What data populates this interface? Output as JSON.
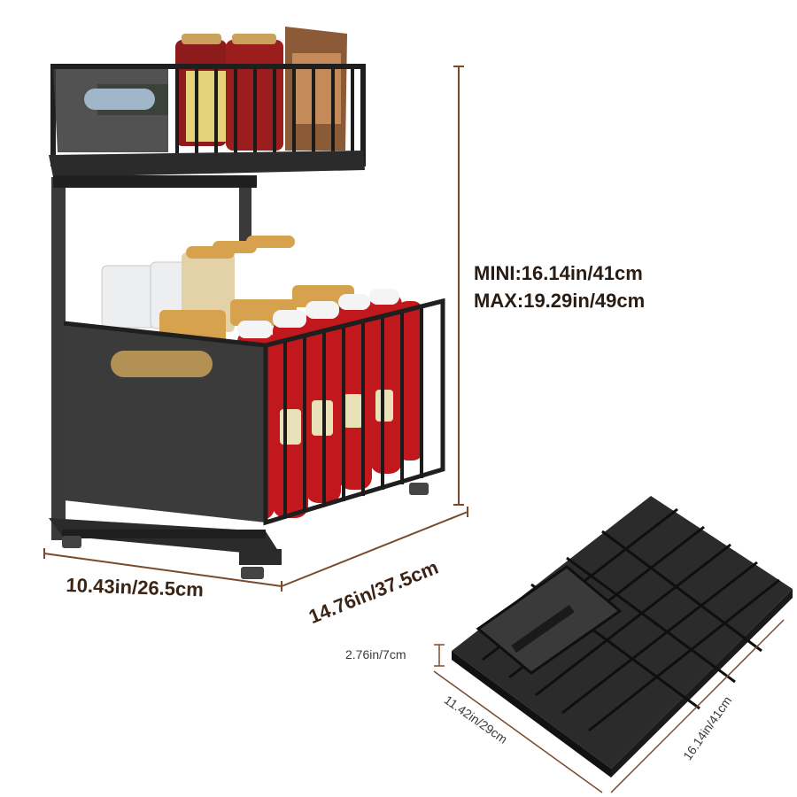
{
  "dimensions": {
    "height_mini": "MINI:16.14in/41cm",
    "height_max": "MAX:19.29in/49cm",
    "width": "10.43in/26.5cm",
    "depth": "14.76in/37.5cm",
    "folded_height": "2.76in/7cm",
    "folded_width": "11.42in/29cm",
    "folded_length": "16.14in/41cm"
  },
  "colors": {
    "dimension_line": "#7a4a2c",
    "dimension_text": "#3b2414",
    "rack_metal": "#2b2b2b",
    "ketchup": "#c0181c",
    "cork": "#d7a24e"
  },
  "icons": [
    "two-tier-rack-image",
    "folded-rack-image"
  ]
}
